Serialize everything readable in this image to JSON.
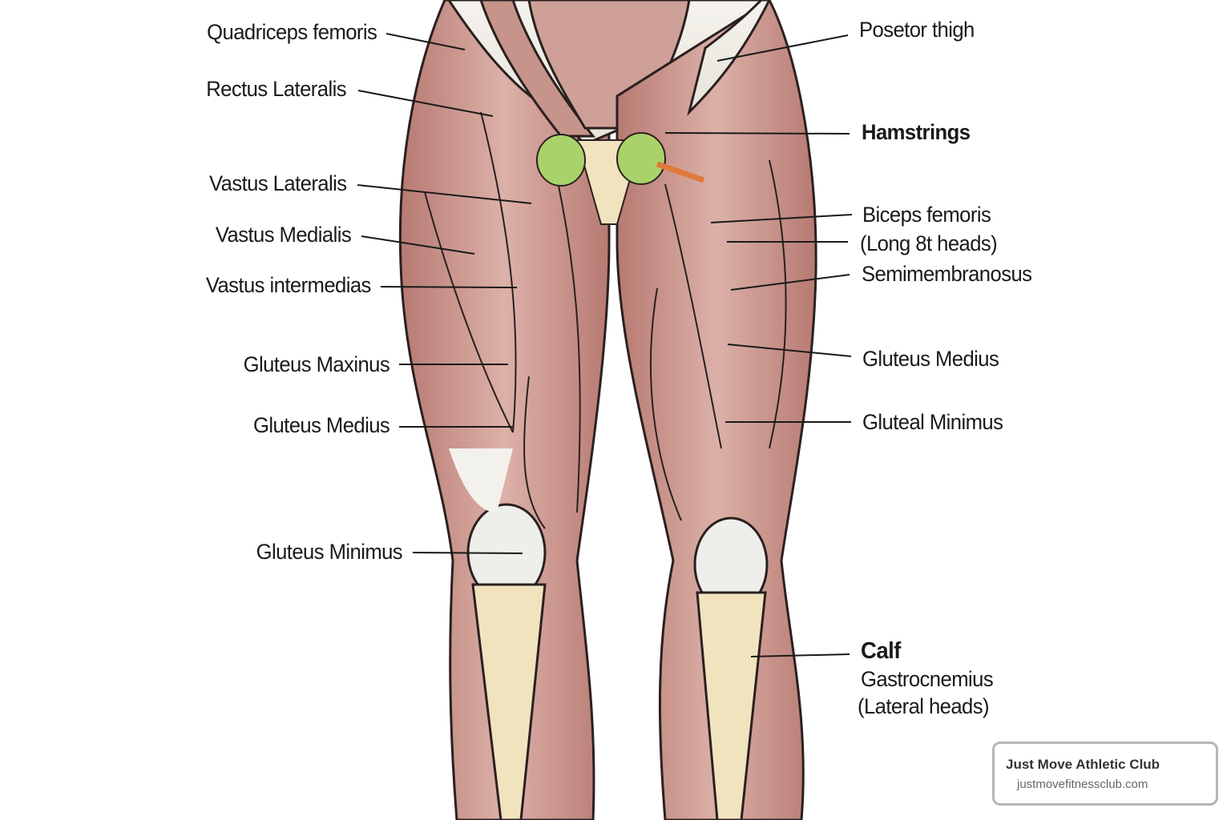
{
  "labels_left": [
    "Quadriceps femoris",
    "Rectus Lateralis",
    "Vastus Lateralis",
    "Vastus Medialis",
    "Vastus intermedias",
    "Gluteus Maxinus",
    "Gluteus Medius",
    "Gluteus Minimus"
  ],
  "labels_right": [
    "Posetor thigh",
    "Hamstrings",
    "Biceps femoris",
    "(Long 8t heads)",
    "Semimembranosus",
    "Gluteus Medius",
    "Gluteal Minimus",
    "Calf",
    "Gastrocnemius",
    "(Lateral heads)"
  ],
  "badge": {
    "title": "Just Move Athletic Club",
    "url": "justmovefitnessclub.com"
  },
  "colors": {
    "muscle": "#c9958b",
    "muscle_dark": "#a8675f",
    "tendon": "#eeeadf",
    "bone": "#f2e3bf",
    "accent_green": "#a9d36a",
    "accent_orange": "#e0793a"
  }
}
